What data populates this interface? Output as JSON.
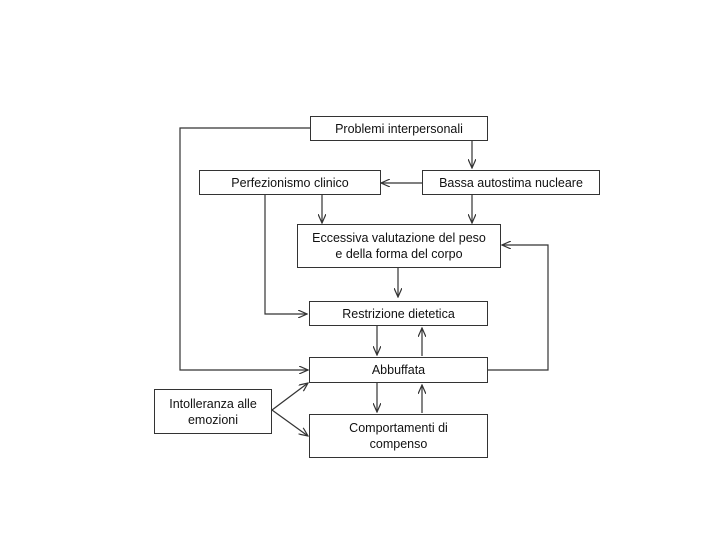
{
  "nodes": {
    "problemi": {
      "label": "Problemi interpersonali"
    },
    "autostima": {
      "label": "Bassa autostima nucleare"
    },
    "perfezionismo": {
      "label": "Perfezionismo clinico"
    },
    "valutazione": {
      "label": "Eccessiva valutazione del peso\ne della forma del corpo"
    },
    "restrizione": {
      "label": "Restrizione dietetica"
    },
    "abbuffata": {
      "label": "Abbuffata"
    },
    "intolleranza": {
      "label": "Intolleranza alle\nemozioni"
    },
    "compenso": {
      "label": "Comportamenti di\ncompenso"
    }
  },
  "edges": [
    {
      "from": "problemi",
      "to": "autostima"
    },
    {
      "from": "problemi",
      "to": "abbuffata"
    },
    {
      "from": "autostima",
      "to": "perfezionismo"
    },
    {
      "from": "autostima",
      "to": "valutazione"
    },
    {
      "from": "perfezionismo",
      "to": "valutazione"
    },
    {
      "from": "perfezionismo",
      "to": "restrizione"
    },
    {
      "from": "valutazione",
      "to": "restrizione"
    },
    {
      "from": "restrizione",
      "to": "abbuffata"
    },
    {
      "from": "abbuffata",
      "to": "restrizione"
    },
    {
      "from": "abbuffata",
      "to": "valutazione"
    },
    {
      "from": "abbuffata",
      "to": "compenso"
    },
    {
      "from": "compenso",
      "to": "abbuffata"
    },
    {
      "from": "intolleranza",
      "to": "abbuffata"
    },
    {
      "from": "intolleranza",
      "to": "compenso"
    }
  ],
  "colors": {
    "stroke": "#333333",
    "text": "#111111",
    "background": "#ffffff"
  }
}
